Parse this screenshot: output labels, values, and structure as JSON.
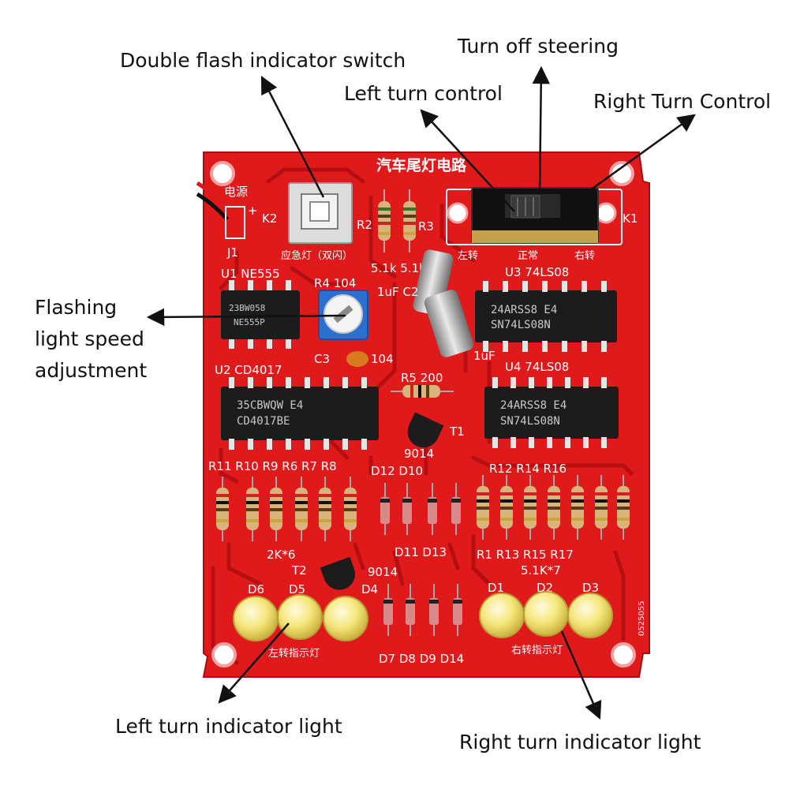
{
  "callouts": {
    "double_flash": "Double flash indicator switch",
    "turn_off": "Turn off steering",
    "left_control": "Left turn control",
    "right_control": "Right Turn Control",
    "flash_speed": "Flashing\nlight speed\nadjustment",
    "left_light": "Left turn indicator light",
    "right_light": "Right turn indicator light"
  },
  "board": {
    "title": "汽车尾灯电路",
    "power_label": "电源",
    "hazard_label": "应急灯（双闪）",
    "sw_left": "左转",
    "sw_normal": "正常",
    "sw_right": "右转",
    "left_leds_label": "左转指示灯",
    "right_leds_label": "右转指示灯",
    "code": "0525055",
    "colors": {
      "pcb": "#e0191b",
      "pcb_dark": "#b50f12",
      "chip": "#1c1c1c",
      "led": "#f5e67a"
    },
    "labels": {
      "K2": "K2",
      "K1": "K1",
      "J1": "J1",
      "R2": "R2",
      "R3": "R3",
      "r_values": "5.1k  5.1k",
      "U1": "U1 NE555",
      "R4": "R4 104",
      "C2": "1uF C2",
      "U3": "U3  74LS08",
      "U2": "U2 CD4017",
      "C3": "C3",
      "c3_val": "104",
      "c1_val": "1uF",
      "U4": "U4  74LS08",
      "R5": "R5  200",
      "T1": "T1",
      "t1_val": "9014",
      "r_left_top": "R11 R10 R9 R6 R7 R8",
      "d_top": "D12  D10",
      "r_right_top": "R12   R14   R16",
      "d_mid": "D11   D13",
      "r_right_bottom": "R1   R13  R15  R17",
      "r_left_val": "2K*6",
      "r_right_val": "5.1K*7",
      "T2": "T2",
      "t2_val": "9014",
      "D4": "D4",
      "D6": "D6",
      "D5": "D5",
      "D1": "D1",
      "D2": "D2",
      "D3": "D3",
      "d_bottom": "D7 D8 D9 D14"
    },
    "chips": {
      "u1_top": "23BW058",
      "u1_bot": "NE555P",
      "u2_top": "35CBWQW E4",
      "u2_bot": "CD4017BE",
      "u3_top": "24ARSS8 E4",
      "u3_bot": "SN74LS08N",
      "u4_top": "24ARSS8 E4",
      "u4_bot": "SN74LS08N"
    }
  }
}
